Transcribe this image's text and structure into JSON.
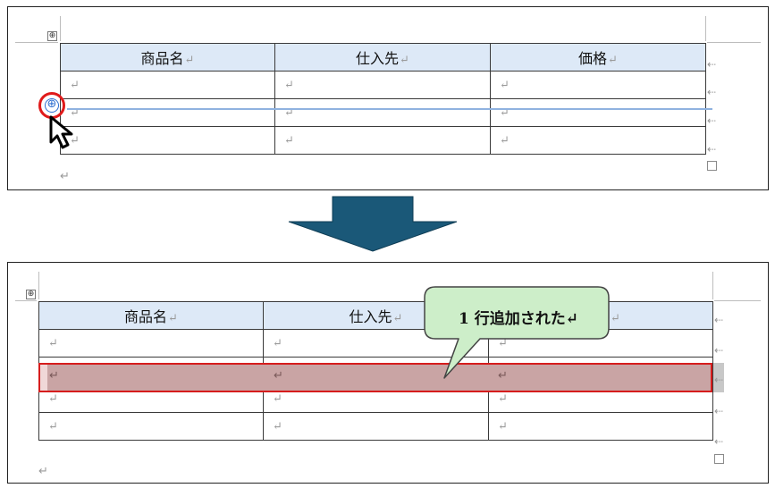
{
  "table": {
    "headers": [
      "商品名",
      "仕入先",
      "価格"
    ],
    "mark": "↵"
  },
  "callout": {
    "text": "1 行追加された↵"
  },
  "icons": {
    "move_handle": "⊕",
    "insert_icon": "⊕",
    "return_mark": "↵",
    "row_end_mark": "⇠"
  },
  "colors": {
    "header_bg": "#dde9f7",
    "highlight_bg": "#c9a4a4",
    "highlight_border": "#d61d1d",
    "arrow": "#1a5878",
    "callout_fill": "#cdeec9",
    "insert_icon": "#2f6fd0"
  }
}
